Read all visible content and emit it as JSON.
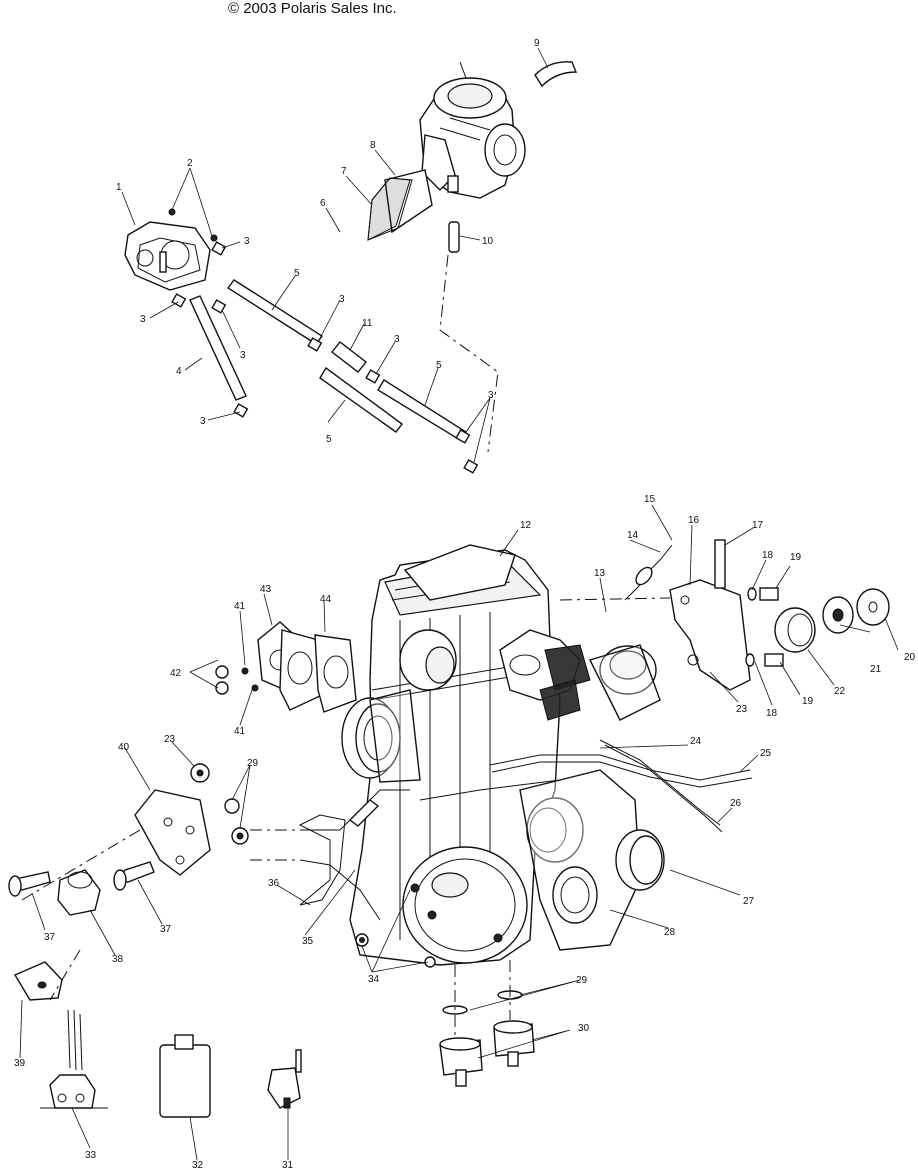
{
  "copyright": "© 2003 Polaris Sales Inc.",
  "callouts": [
    "1",
    "2",
    "3",
    "4",
    "5",
    "6",
    "7",
    "8",
    "9",
    "10",
    "11",
    "12",
    "13",
    "14",
    "15",
    "16",
    "17",
    "18",
    "19",
    "20",
    "21",
    "22",
    "23",
    "24",
    "25",
    "26",
    "27",
    "28",
    "29",
    "30",
    "31",
    "32",
    "33",
    "34",
    "35",
    "36",
    "37",
    "38",
    "39",
    "40",
    "41",
    "42",
    "43",
    "44"
  ]
}
